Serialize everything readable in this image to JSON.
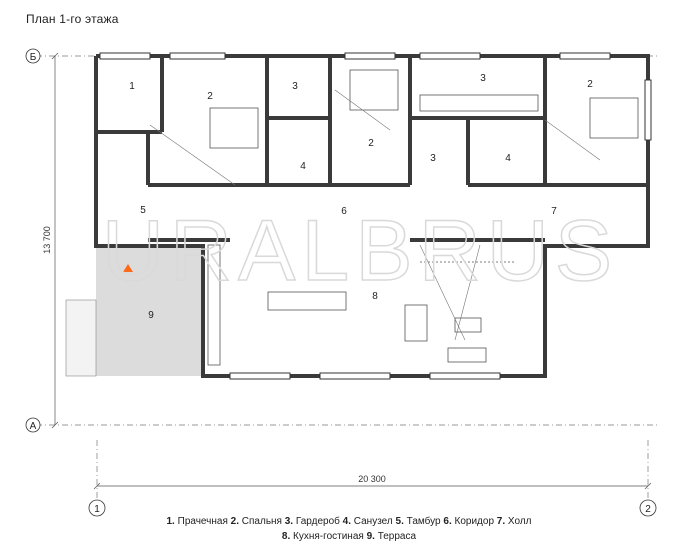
{
  "title": "План  1-го этажа",
  "axes": {
    "row_b": "Б",
    "row_a": "А",
    "col_1": "1",
    "col_2": "2"
  },
  "dimensions": {
    "width": "20 300",
    "depth": "13 700"
  },
  "rooms": [
    {
      "num": "1"
    },
    {
      "num": "2"
    },
    {
      "num": "3"
    },
    {
      "num": "3"
    },
    {
      "num": "2"
    },
    {
      "num": "4"
    },
    {
      "num": "2"
    },
    {
      "num": "3"
    },
    {
      "num": "4"
    },
    {
      "num": "5"
    },
    {
      "num": "6"
    },
    {
      "num": "7"
    },
    {
      "num": "8"
    },
    {
      "num": "9"
    }
  ],
  "legend": [
    {
      "num": "1.",
      "name": "Прачечная"
    },
    {
      "num": "2.",
      "name": "Спальня"
    },
    {
      "num": "3.",
      "name": "Гардероб"
    },
    {
      "num": "4.",
      "name": "Санузел"
    },
    {
      "num": "5.",
      "name": "Тамбур"
    },
    {
      "num": "6.",
      "name": "Коридор"
    },
    {
      "num": "7.",
      "name": "Холл"
    },
    {
      "num": "8.",
      "name": "Кухня-гостиная"
    },
    {
      "num": "9.",
      "name": "Терраса"
    }
  ],
  "watermark": "URALBRUS",
  "colors": {
    "wall": "#3a3a3a",
    "terrace": "#dcdcdc",
    "marker": "#ff6a1a",
    "watermark": "#d9d9d9"
  }
}
